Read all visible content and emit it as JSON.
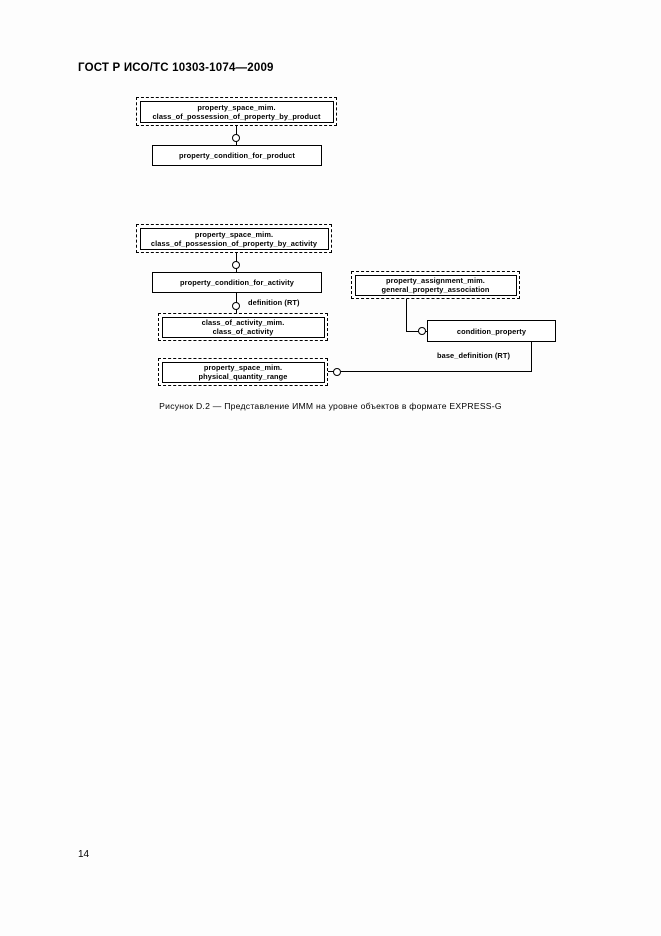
{
  "document": {
    "header": "ГОСТ Р ИСО/ТС 10303-1074—2009",
    "page_number": "14"
  },
  "figure": {
    "caption": "Рисунок  D.2 — Представление ИММ на уровне объектов в формате EXPRESS-G",
    "diagram_type": "EXPRESS-G entity-level diagram",
    "entities": [
      {
        "id": "class_of_possession_of_property_by_product",
        "style": "interfaced",
        "schema_line": "property_space_mim.",
        "name_line": "class_of_possession_of_property_by_product"
      },
      {
        "id": "property_condition_for_product",
        "style": "entity",
        "schema_line": "",
        "name_line": "property_condition_for_product"
      },
      {
        "id": "class_of_possession_of_property_by_activity",
        "style": "interfaced",
        "schema_line": "property_space_mim.",
        "name_line": "class_of_possession_of_property_by_activity"
      },
      {
        "id": "property_condition_for_activity",
        "style": "entity",
        "schema_line": "",
        "name_line": "property_condition_for_activity"
      },
      {
        "id": "class_of_activity",
        "style": "interfaced",
        "schema_line": "class_of_activity_mim.",
        "name_line": "class_of_activity"
      },
      {
        "id": "physical_quantity_range",
        "style": "interfaced",
        "schema_line": "property_space_mim.",
        "name_line": "physical_quantity_range"
      },
      {
        "id": "general_property_association",
        "style": "interfaced",
        "schema_line": "property_assignment_mim.",
        "name_line": "general_property_association"
      },
      {
        "id": "condition_property",
        "style": "entity",
        "schema_line": "",
        "name_line": "condition_property"
      }
    ],
    "relationships": [
      {
        "id": "definition-rt",
        "label": "definition (RT)"
      },
      {
        "id": "base-definition-rt",
        "label": "base_definition (RT)"
      }
    ]
  }
}
